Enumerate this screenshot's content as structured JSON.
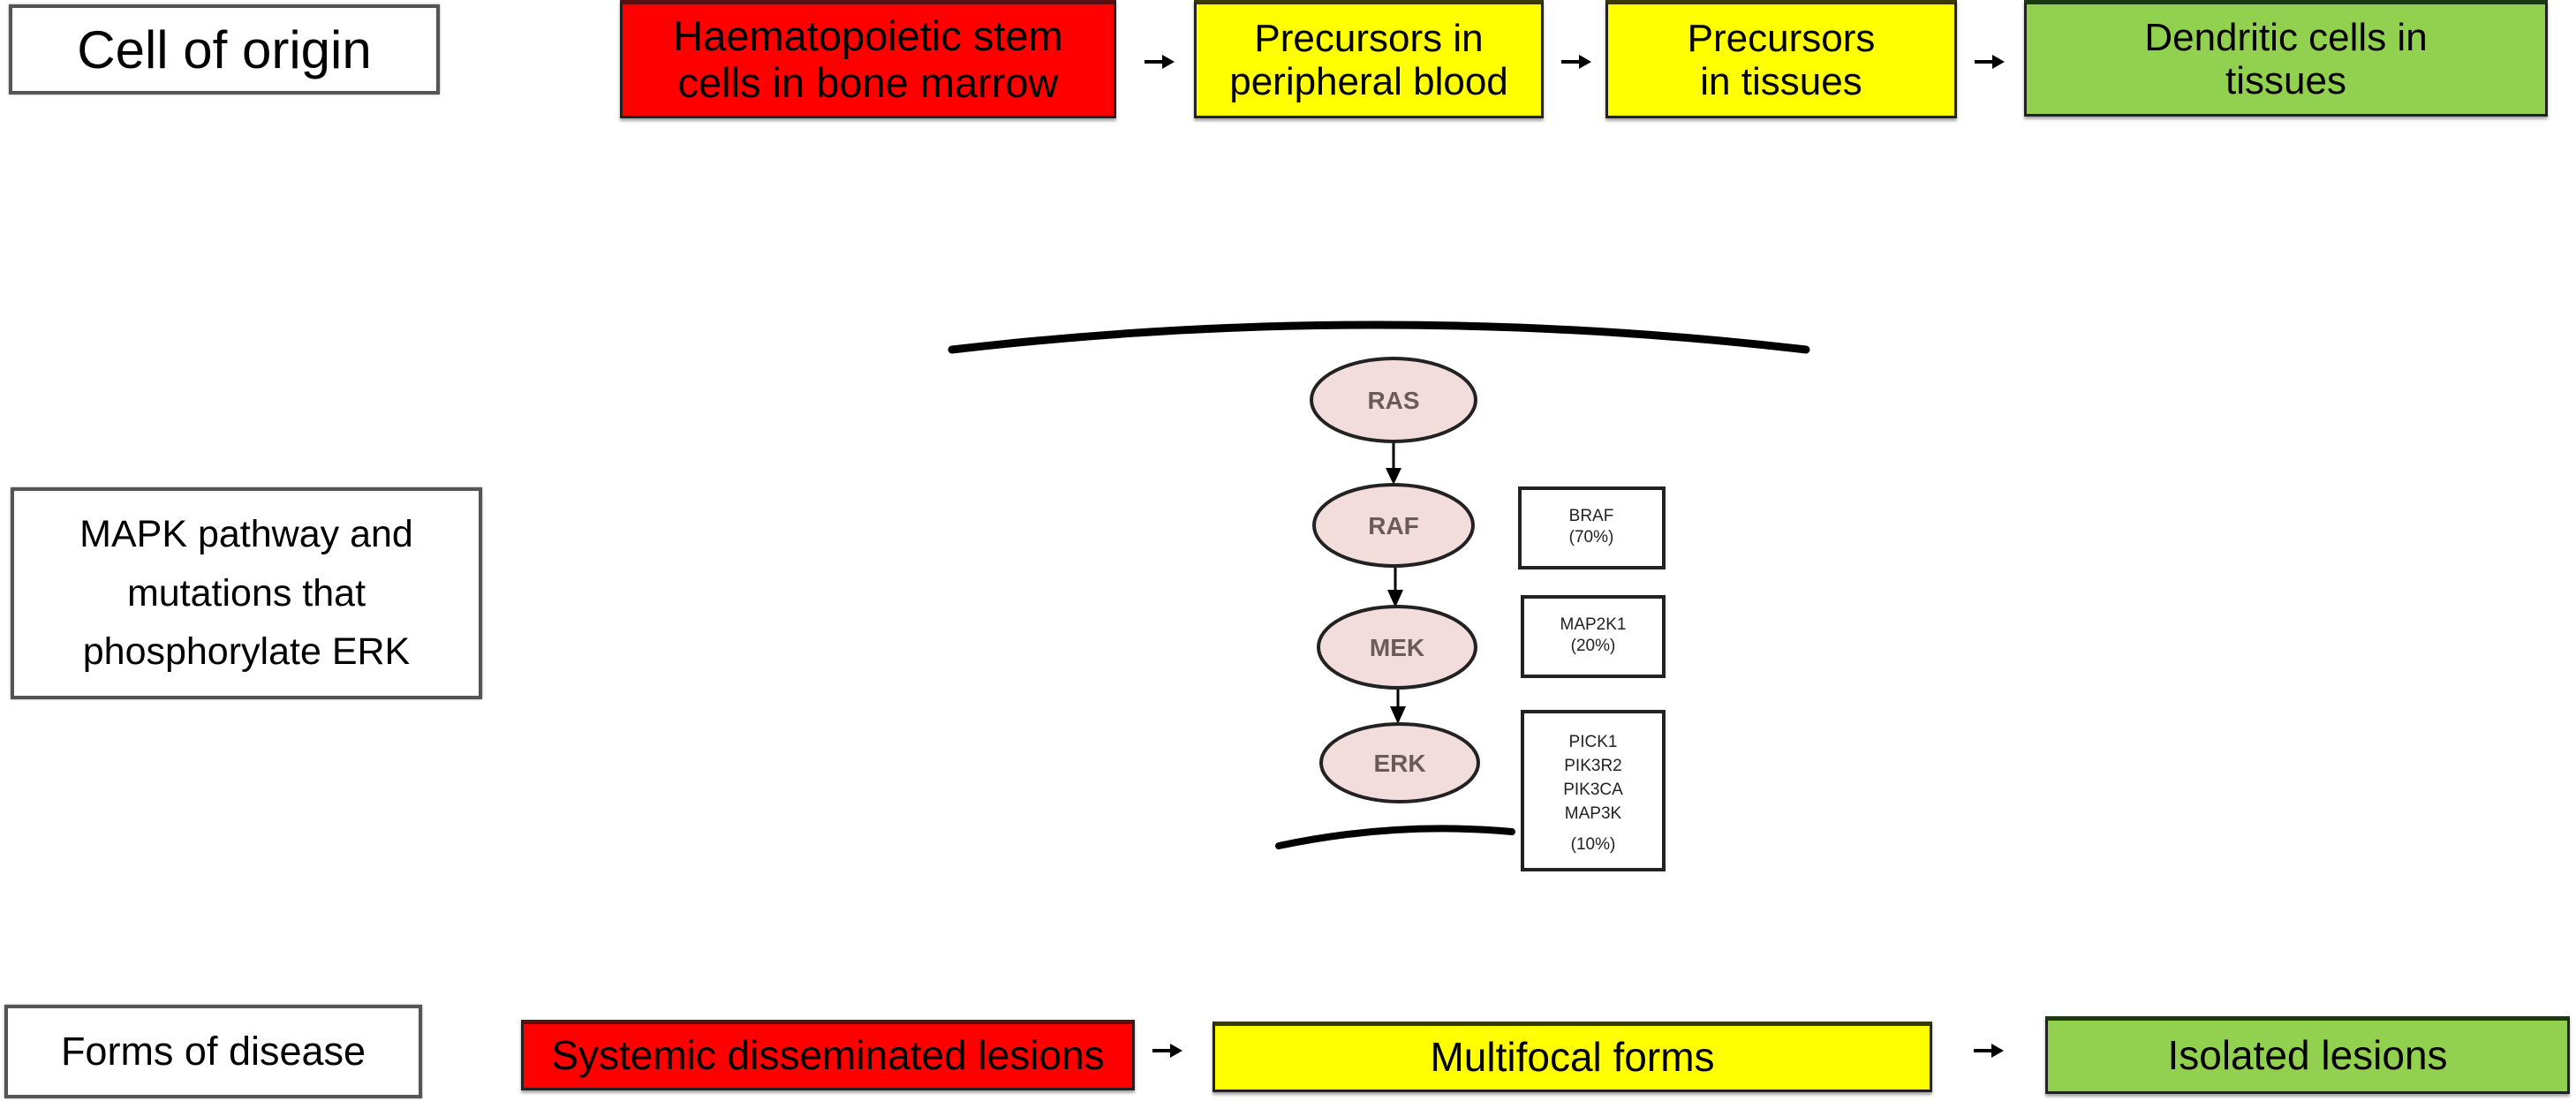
{
  "rows": {
    "cell_of_origin": {
      "label": "Cell of origin",
      "stages": [
        {
          "lines": [
            "Haematopoietic stem",
            "cells in bone marrow"
          ],
          "color": "#ff0000"
        },
        {
          "lines": [
            "Precursors in",
            "peripheral blood"
          ],
          "color": "#ffff00"
        },
        {
          "lines": [
            "Precursors",
            "in tissues"
          ],
          "color": "#ffff00"
        },
        {
          "lines": [
            "Dendritic cells in",
            "tissues"
          ],
          "color": "#92d050"
        }
      ]
    },
    "mapk": {
      "label_lines": [
        "MAPK pathway and",
        "mutations that",
        "phosphorylate ERK"
      ],
      "nodes": [
        "RAS",
        "RAF",
        "MEK",
        "ERK"
      ],
      "node_fill": "#f2dcdc",
      "mutations": [
        {
          "lines": [
            "BRAF",
            "(70%)"
          ]
        },
        {
          "lines": [
            "MAP2K1",
            "(20%)"
          ]
        },
        {
          "lines": [
            "PICK1",
            "PIK3R2",
            "PIK3CA",
            "MAP3K",
            "(10%)"
          ]
        }
      ]
    },
    "forms_of_disease": {
      "label": "Forms of disease",
      "stages": [
        {
          "lines": [
            "Systemic disseminated lesions"
          ],
          "color": "#ff0000"
        },
        {
          "lines": [
            "Multifocal forms"
          ],
          "color": "#ffff00"
        },
        {
          "lines": [
            "Isolated lesions"
          ],
          "color": "#92d050"
        }
      ]
    }
  }
}
